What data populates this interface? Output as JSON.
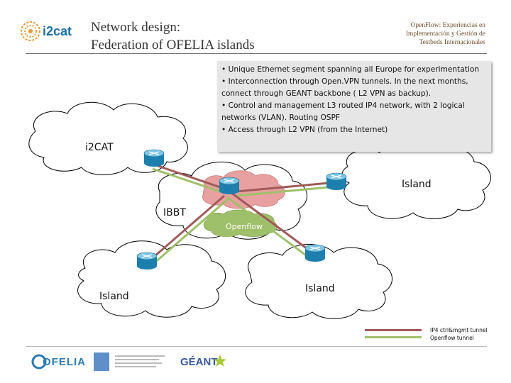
{
  "header": {
    "title_line1": "Network design:",
    "title_line2": "Federation of OFELIA islands",
    "subtitle_right_line1": "OpenFlow: Experiencias en",
    "subtitle_right_line2": "Implementación y Gestión de",
    "subtitle_right_line3": "Testbeds Internacionales",
    "logo_text": "i2cat"
  },
  "infobox": {
    "bullets": [
      "• Unique Ethernet segment spanning all Europe for experimentation",
      "• Interconnection through Open.VPN tunnels. In the next months, connect through GEANT backbone ( L2 VPN as backup).",
      "• Control and management L3 routed IP4 network, with 2 logical networks (VLAN). Routing OSPF",
      "• Access through L2 VPN (from the Internet)"
    ]
  },
  "diagram": {
    "labels": {
      "i2cat": "i2CAT",
      "ibbt": "IBBT",
      "island_right": "Island",
      "island_bottom_left": "Island",
      "island_bottom_center": "Island",
      "openflow": "Openflow"
    },
    "colors": {
      "ip4_tunnel": "#a05a5a",
      "openflow_tunnel": "#9fc06a",
      "router": "#1c7fae",
      "center_cloud_top": "#e8a0a0",
      "center_cloud_bottom": "#9fc06a"
    }
  },
  "legend": {
    "ip4_tunnel": "IP4 ctrl&mgmt tunnel",
    "openflow_tunnel": "Openflow tunnel"
  },
  "footer": {
    "ofelia": "OFELIA",
    "geant": "GÉANT"
  }
}
